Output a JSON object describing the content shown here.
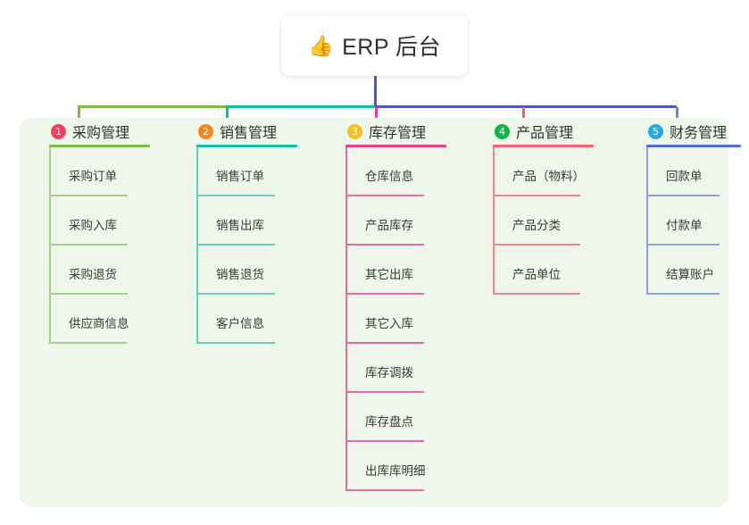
{
  "root": {
    "emoji": "👍",
    "title": "ERP 后台",
    "icon_name": "thumbs-up-icon"
  },
  "panel": {
    "background": "#eef7e9"
  },
  "connectors": {
    "trunk_color": "#4b57c4",
    "bus_colors": [
      "#7cbb3f",
      "#0ebfa4",
      "#4b57c4"
    ],
    "drop_colors": [
      "#7cbb3f",
      "#0ebfa4",
      "#ef3e8c",
      "#f8636b",
      "#6f85d8"
    ]
  },
  "columns": [
    {
      "number": "1",
      "title": "采购管理",
      "badge_color": "#f5415f",
      "rule_color": "#7cbb3f",
      "line_color": "#a8d08d",
      "items": [
        "采购订单",
        "采购入库",
        "采购退货",
        "供应商信息"
      ]
    },
    {
      "number": "2",
      "title": "销售管理",
      "badge_color": "#f7851f",
      "rule_color": "#0ebfa4",
      "line_color": "#65cfc2",
      "items": [
        "销售订单",
        "销售出库",
        "销售退货",
        "客户信息"
      ]
    },
    {
      "number": "3",
      "title": "库存管理",
      "badge_color": "#f5c225",
      "rule_color": "#ef3e8c",
      "line_color": "#ea6aa8",
      "items": [
        "仓库信息",
        "产品库存",
        "其它出库",
        "其它入库",
        "库存调拨",
        "库存盘点",
        "出库库明细"
      ]
    },
    {
      "number": "4",
      "title": "产品管理",
      "badge_color": "#17b24b",
      "rule_color": "#f8636b",
      "line_color": "#f1868c",
      "items": [
        "产品（物料）",
        "产品分类",
        "产品单位"
      ]
    },
    {
      "number": "5",
      "title": "财务管理",
      "badge_color": "#29a9e8",
      "rule_color": "#4b6fd6",
      "line_color": "#8da4e0",
      "items": [
        "回款单",
        "付款单",
        "结算账户"
      ]
    }
  ]
}
